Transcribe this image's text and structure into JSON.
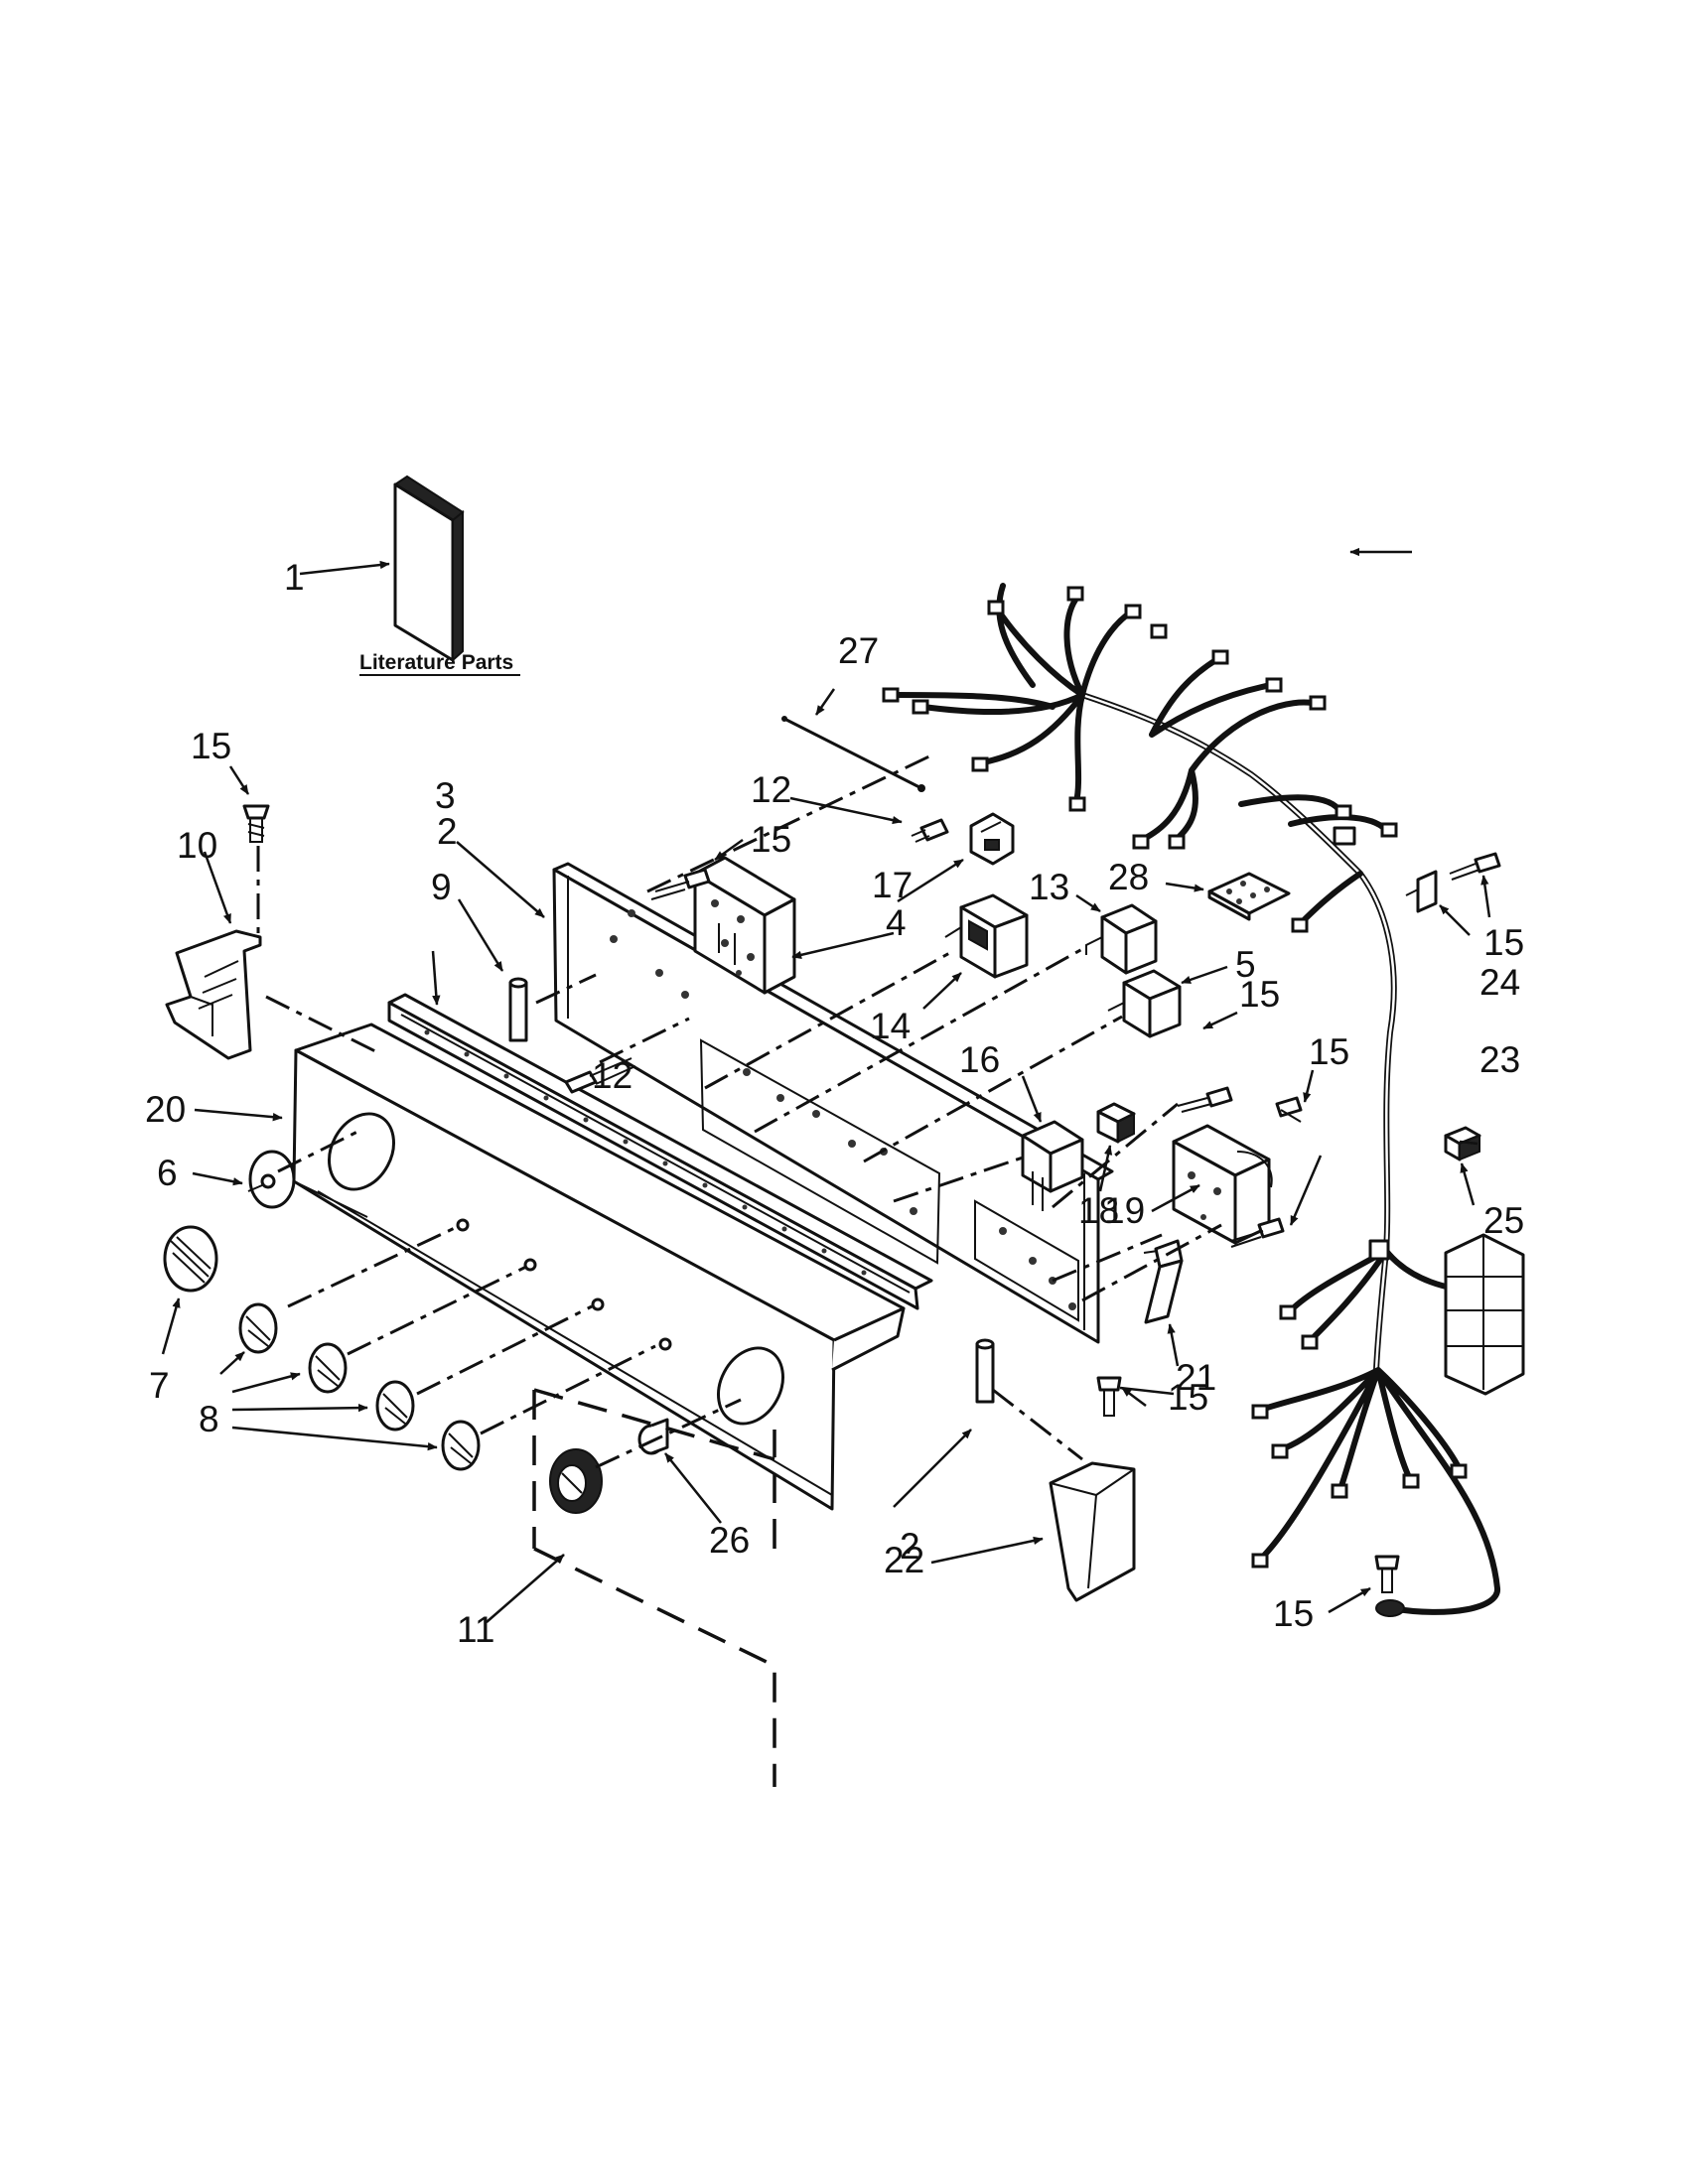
{
  "diagram": {
    "caption": "Literature Parts",
    "callouts": [
      {
        "id": "c1",
        "text": "1"
      },
      {
        "id": "c2a",
        "text": "2"
      },
      {
        "id": "c2b",
        "text": "2"
      },
      {
        "id": "c3",
        "text": "3"
      },
      {
        "id": "c4",
        "text": "4"
      },
      {
        "id": "c5",
        "text": "5"
      },
      {
        "id": "c6",
        "text": "6"
      },
      {
        "id": "c7",
        "text": "7"
      },
      {
        "id": "c8",
        "text": "8"
      },
      {
        "id": "c9",
        "text": "9"
      },
      {
        "id": "c10",
        "text": "10"
      },
      {
        "id": "c11",
        "text": "11"
      },
      {
        "id": "c12a",
        "text": "12"
      },
      {
        "id": "c12b",
        "text": "12"
      },
      {
        "id": "c13",
        "text": "13"
      },
      {
        "id": "c14",
        "text": "14"
      },
      {
        "id": "c15a",
        "text": "15"
      },
      {
        "id": "c15b",
        "text": "15"
      },
      {
        "id": "c15c",
        "text": "15"
      },
      {
        "id": "c15d",
        "text": "15"
      },
      {
        "id": "c15e",
        "text": "15"
      },
      {
        "id": "c15f",
        "text": "15"
      },
      {
        "id": "c15g",
        "text": "15"
      },
      {
        "id": "c16",
        "text": "16"
      },
      {
        "id": "c17",
        "text": "17"
      },
      {
        "id": "c18",
        "text": "18"
      },
      {
        "id": "c19",
        "text": "19"
      },
      {
        "id": "c20",
        "text": "20"
      },
      {
        "id": "c21",
        "text": "21"
      },
      {
        "id": "c22",
        "text": "22"
      },
      {
        "id": "c23",
        "text": "23"
      },
      {
        "id": "c24",
        "text": "24"
      },
      {
        "id": "c25",
        "text": "25"
      },
      {
        "id": "c26",
        "text": "26"
      },
      {
        "id": "c27",
        "text": "27"
      },
      {
        "id": "c28",
        "text": "28"
      }
    ]
  }
}
